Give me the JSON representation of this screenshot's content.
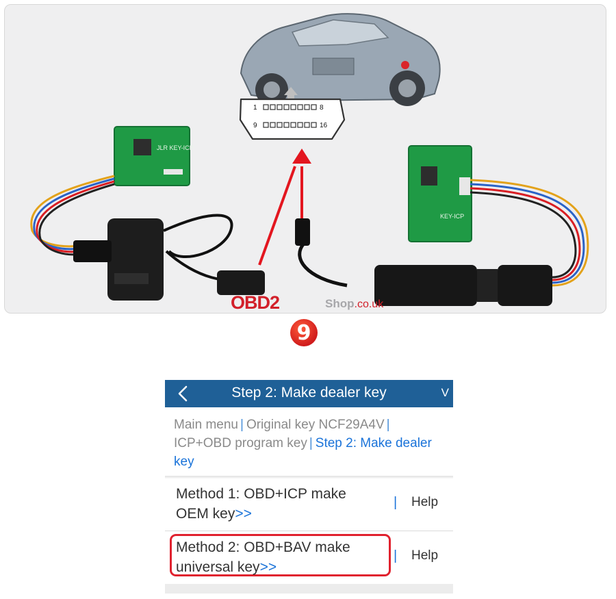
{
  "diagram": {
    "obd_pin_top_left": "1",
    "obd_pin_top_right": "8",
    "obd_pin_bottom_left": "9",
    "obd_pin_bottom_right": "16",
    "left_board_label": "JLR KEY-ICP",
    "right_board_label": "KEY-ICP"
  },
  "watermark": {
    "brand_left": "OBD2",
    "brand_right": "Shop",
    "domain": ".co.uk",
    "badge": "9"
  },
  "app": {
    "title": "Step 2: Make dealer key",
    "header_right": "V",
    "breadcrumb": {
      "main_menu": "Main menu",
      "original_key": "Original key NCF29A4V",
      "icp_obd": "ICP+OBD program key",
      "current": "Step 2: Make dealer key"
    },
    "methods": [
      {
        "label": "Method 1: OBD+ICP make OEM key",
        "arrow": ">>",
        "separator": "|",
        "help": "Help"
      },
      {
        "label": "Method 2: OBD+BAV make universal key",
        "arrow": ">>",
        "separator": "|",
        "help": "Help"
      }
    ]
  },
  "colors": {
    "header_bg": "#1f6097",
    "link_blue": "#1a73d9",
    "highlight_red": "#e0212e",
    "brand_red": "#d2202a"
  }
}
